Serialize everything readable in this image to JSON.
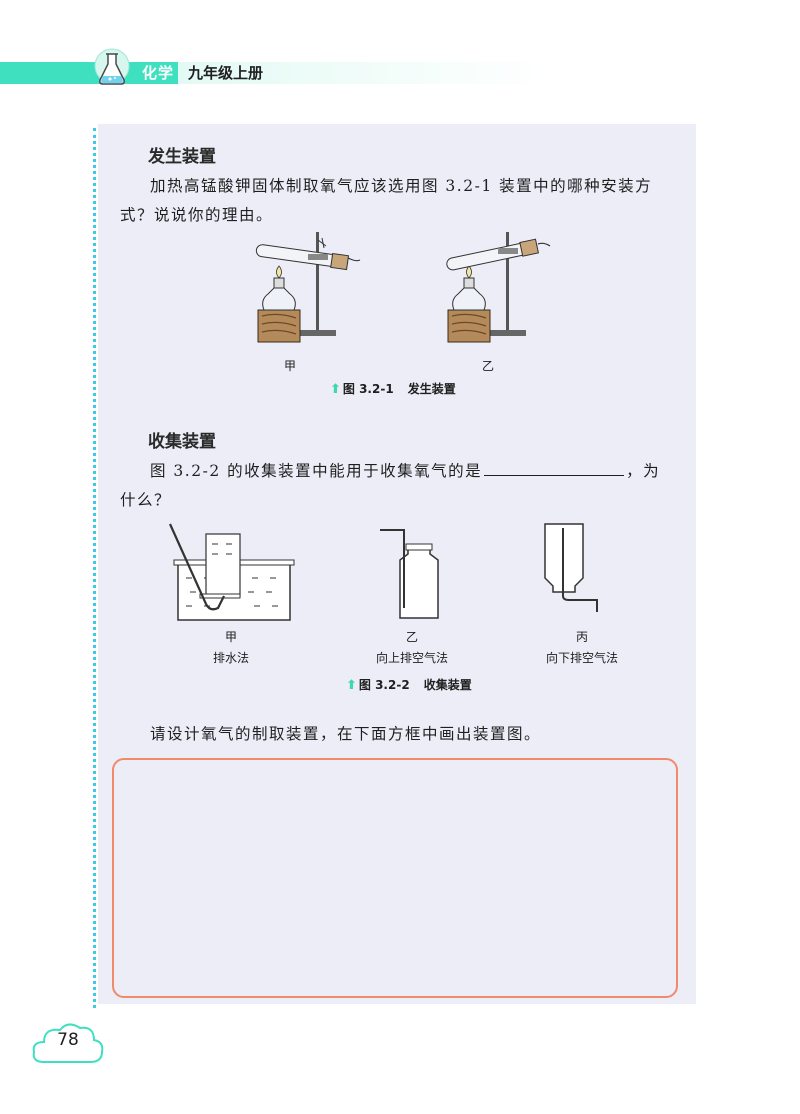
{
  "header": {
    "subject": "化学",
    "grade": "九年级上册",
    "icon": "flask-icon",
    "accent_color": "#3fe0c0"
  },
  "section1": {
    "title": "发生装置",
    "line1": "加热高锰酸钾固体制取氧气应该选用图 3.2-1 装置中的哪种安装方",
    "line2": "式？说说你的理由。",
    "figure": {
      "label_a": "甲",
      "label_b": "乙",
      "caption_num": "图 3.2-1",
      "caption_text": "发生装置"
    }
  },
  "section2": {
    "title": "收集装置",
    "line1_before": "图 3.2-2 的收集装置中能用于收集氧气的是",
    "line1_after": "，为",
    "line2": "什么？",
    "figure": {
      "items": [
        {
          "label": "甲",
          "method": "排水法"
        },
        {
          "label": "乙",
          "method": "向上排空气法"
        },
        {
          "label": "丙",
          "method": "向下排空气法"
        }
      ],
      "caption_num": "图 3.2-2",
      "caption_text": "收集装置"
    }
  },
  "task": {
    "text": "请设计氧气的制取装置，在下面方框中画出装置图。",
    "box_color": "#ef8a6a"
  },
  "footer": {
    "page_number": "78"
  }
}
